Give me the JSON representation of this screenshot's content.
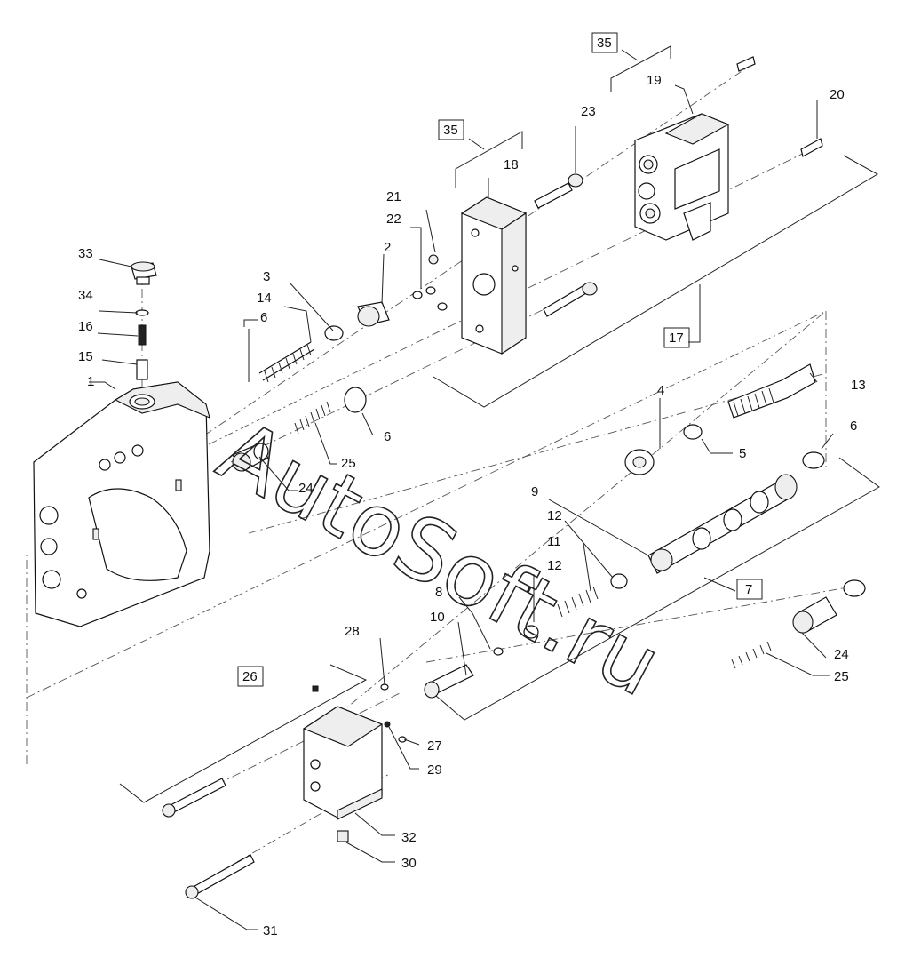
{
  "watermark": "AutoSoft.ru",
  "labels": {
    "l1": "1",
    "l2": "2",
    "l3": "3",
    "l4": "4",
    "l5": "5",
    "l6a": "6",
    "l6b": "6",
    "l6c": "6",
    "l7": "7",
    "l8": "8",
    "l9": "9",
    "l10": "10",
    "l11": "11",
    "l12a": "12",
    "l12b": "12",
    "l13": "13",
    "l14": "14",
    "l15": "15",
    "l16": "16",
    "l17": "17",
    "l18": "18",
    "l19": "19",
    "l20": "20",
    "l21": "21",
    "l22": "22",
    "l23": "23",
    "l24a": "24",
    "l24b": "24",
    "l25a": "25",
    "l25b": "25",
    "l26": "26",
    "l27": "27",
    "l28": "28",
    "l29": "29",
    "l30": "30",
    "l31": "31",
    "l32": "32",
    "l33": "33",
    "l34": "34",
    "l35a": "35",
    "l35b": "35"
  }
}
